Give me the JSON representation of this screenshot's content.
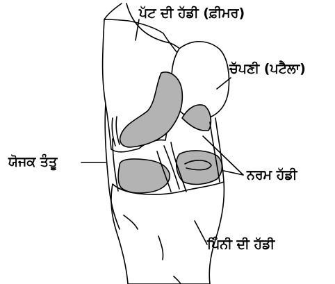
{
  "labels": {
    "femur": "ਪੱਟ ਦੀ ਹੱਡੀ (ਫ਼ੀਮਰ)",
    "patella": "ਚੱਪਣੀ (ਪਟੈਲਾ)",
    "ligament": "ਯੋਜਕ ਤੰਤੂ",
    "cartilage": "ਨਰਮ ਹੱਡੀ",
    "tibia": "ਪਿੰਨੀ ਦੀ ਹੱਡੀ"
  },
  "colors": {
    "outline": "#000000",
    "cartilage_fill": "#b3b3b3",
    "bone_fill": "#ffffff"
  }
}
